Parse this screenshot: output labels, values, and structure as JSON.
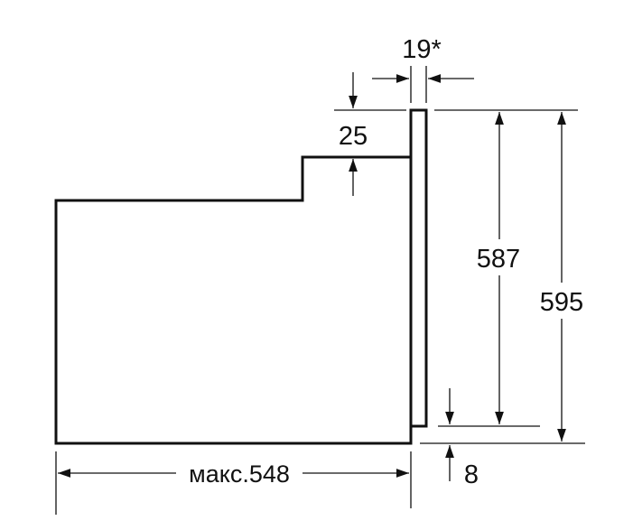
{
  "dimensions": {
    "door_thickness": "19*",
    "top_offset": "25",
    "inner_height": "587",
    "total_height": "595",
    "bottom_offset": "8",
    "depth": "макс.548"
  },
  "colors": {
    "line": "#111111",
    "background": "#ffffff"
  }
}
